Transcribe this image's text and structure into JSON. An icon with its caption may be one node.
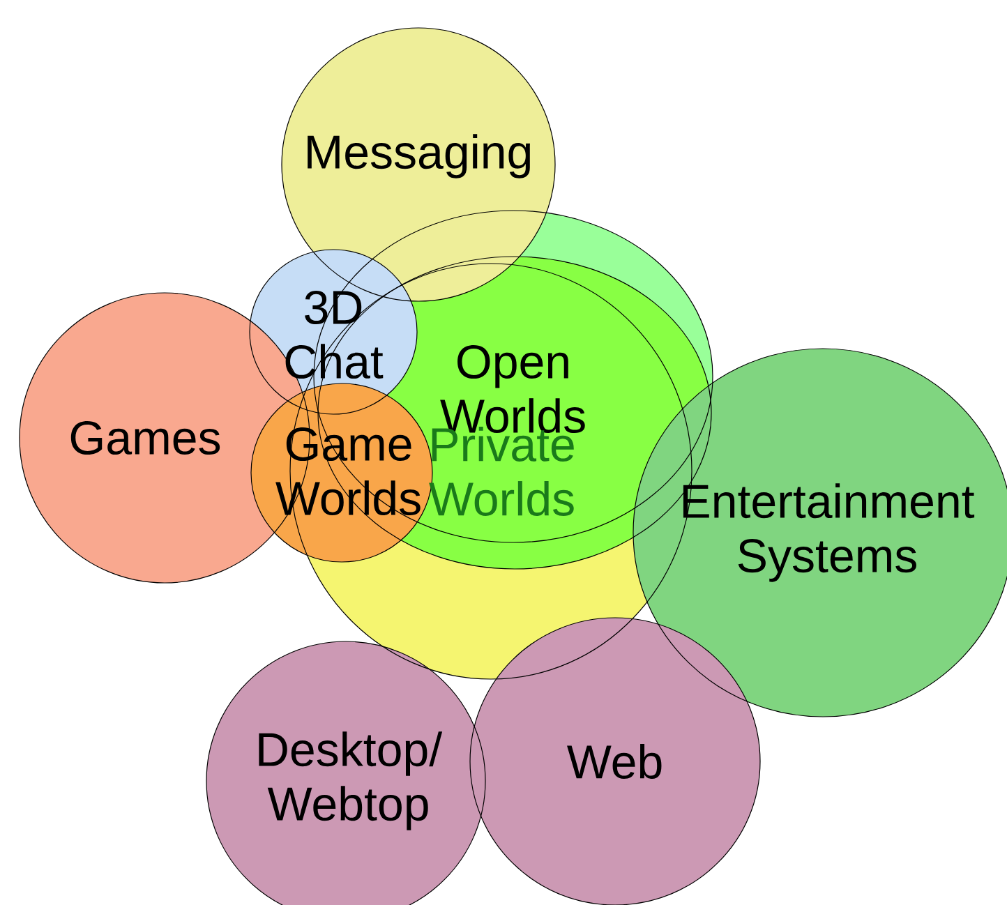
{
  "diagram": {
    "nodes": [
      {
        "text": [
          "Messaging"
        ]
      },
      {
        "text": [
          "3D Chat"
        ]
      },
      {
        "text": [
          "Open Worlds"
        ]
      },
      {
        "text": [
          "Games"
        ]
      },
      {
        "text": [
          "Game Worlds"
        ]
      },
      {
        "text": [
          "Private Worlds"
        ]
      },
      {
        "text": [
          "Entertainment Systems"
        ]
      },
      {
        "text": [
          "Desktop/ Webtop"
        ]
      },
      {
        "text": [
          "Web"
        ]
      }
    ]
  }
}
